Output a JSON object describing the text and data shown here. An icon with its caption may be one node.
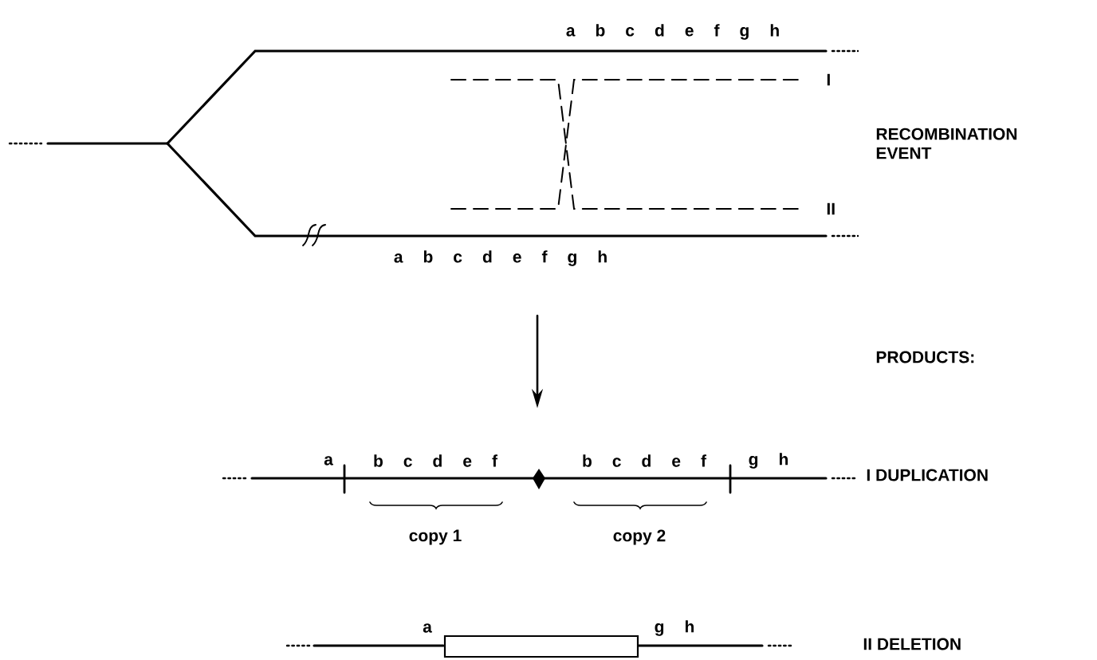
{
  "diagram": {
    "labels": [
      "a b c d e f g h",
      "I",
      "RECOMBINATION EVENT",
      "II",
      "a b c d e f g h",
      "PRODUCTS:",
      "a",
      "b c d e f",
      "b c d e f",
      "g h",
      "I DUPLICATION",
      "copy 1",
      "copy 2",
      "a",
      "g h",
      "II DELETION"
    ]
  }
}
